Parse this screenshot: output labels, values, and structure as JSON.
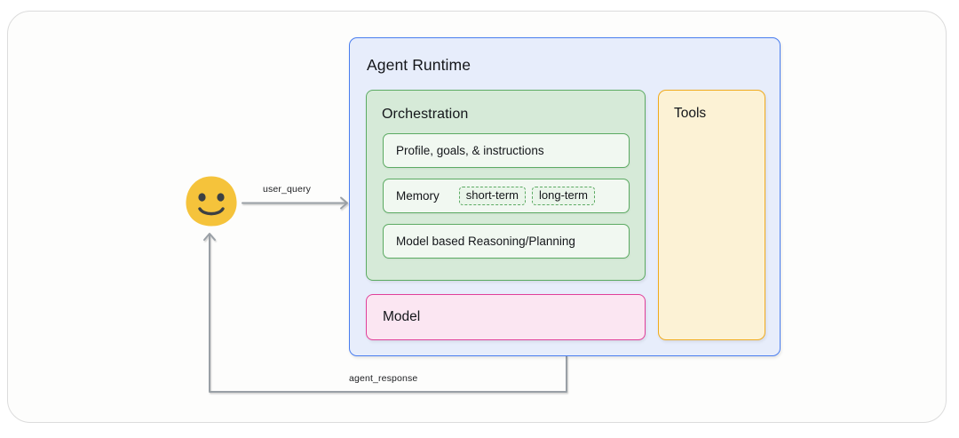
{
  "diagram": {
    "title_visible": false,
    "agent_runtime": {
      "title": "Agent Runtime",
      "border_color": "#4a7ef0",
      "fill_color": "#e7edfb"
    },
    "orchestration": {
      "title": "Orchestration",
      "border_color": "#5cab63",
      "fill_color": "#d6ead8",
      "rows": [
        {
          "label": "Profile, goals, & instructions",
          "badges": []
        },
        {
          "label": "Memory",
          "badges": [
            "short-term",
            "long-term"
          ]
        },
        {
          "label": "Model based Reasoning/Planning",
          "badges": []
        }
      ]
    },
    "model": {
      "label": "Model",
      "border_color": "#e0409a",
      "fill_color": "#fbe6f2"
    },
    "tools": {
      "label": "Tools",
      "border_color": "#f0ab1e",
      "fill_color": "#fcf2d5"
    },
    "user": {
      "icon": "smiling-face-emoji",
      "face_color": "#f5c33b",
      "feature_color": "#3c4043"
    },
    "arrows": [
      {
        "label": "user_query",
        "direction": "user-to-agent",
        "color": "#9aa0a6"
      },
      {
        "label": "agent_response",
        "direction": "agent-to-user",
        "color": "#9aa0a6"
      }
    ]
  }
}
